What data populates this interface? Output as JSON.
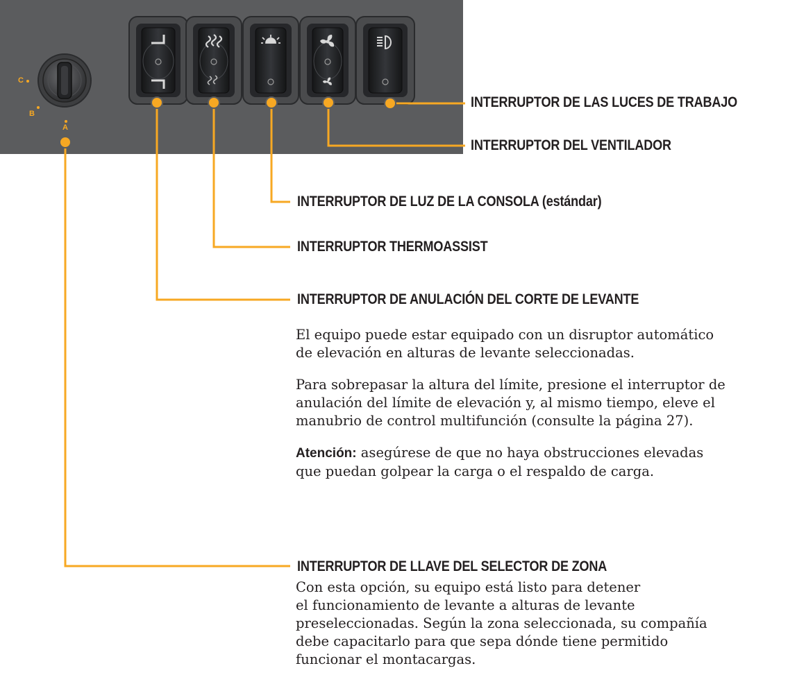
{
  "colors": {
    "panel": "#5b5c5e",
    "accent": "#f7a823",
    "switch_dark": "#1f2022",
    "text": "#231f20"
  },
  "key_switch": {
    "positions": [
      "C",
      "B",
      "A"
    ]
  },
  "switches": [
    {
      "icon": "override-arrows-icon"
    },
    {
      "icon": "thermoassist-icon"
    },
    {
      "icon": "console-light-icon"
    },
    {
      "icon": "fan-icon"
    },
    {
      "icon": "work-light-icon"
    }
  ],
  "labels": {
    "work_lights": "INTERRUPTOR DE LAS LUCES DE TRABAJO",
    "fan": "INTERRUPTOR DEL VENTILADOR",
    "console_light": "INTERRUPTOR DE LUZ DE LA CONSOLA (estándar)",
    "thermoassist": "INTERRUPTOR THERMOASSIST",
    "lift_override": "INTERRUPTOR DE ANULACIÓN DEL CORTE DE LEVANTE",
    "zone_selector": "INTERRUPTOR DE LLAVE DEL SELECTOR DE ZONA"
  },
  "lift_override_text": {
    "p1_l1": "El equipo puede estar equipado con un disruptor automático",
    "p1_l2": "de elevación en alturas de levante seleccionadas.",
    "p2_l1": "Para sobrepasar la altura del límite, presione el interruptor de",
    "p2_l2": "anulación del límite de elevación y, al mismo tiempo, eleve el",
    "p2_l3": "manubrio de control multifunción (consulte la página 27).",
    "attention_label": "Atención:",
    "attention_l1": " asegúrese de que no haya obstrucciones elevadas",
    "attention_l2": "que puedan golpear la carga o el respaldo de carga."
  },
  "zone_selector_text": {
    "l1": "Con esta opción, su equipo está listo para detener",
    "l2": "el funcionamiento de levante a alturas de levante",
    "l3": "preseleccionadas. Según la zona seleccionada, su compañía",
    "l4": "debe capacitarlo para que sepa dónde tiene permitido",
    "l5": "funcionar el montacargas."
  }
}
